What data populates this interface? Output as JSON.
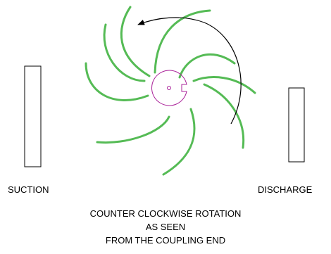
{
  "labels": {
    "suction": "SUCTION",
    "discharge": "DISCHARGE"
  },
  "caption": {
    "line1": "COUNTER CLOCKWISE ROTATION",
    "line2": "AS SEEN",
    "line3": "FROM THE COUPLING END"
  },
  "colors": {
    "vane": "#55bb55",
    "hub": "#aa2299",
    "arrow": "#000000",
    "port_outline": "#000000"
  }
}
